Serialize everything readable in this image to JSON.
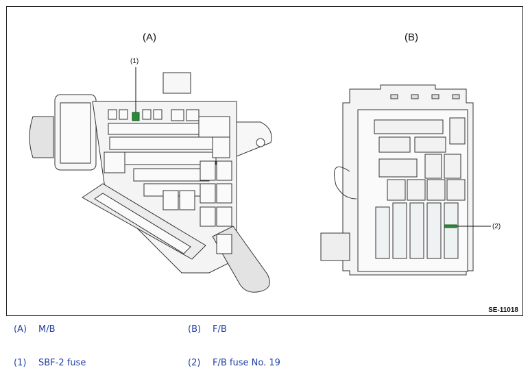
{
  "figure": {
    "label_a": "(A)",
    "label_b": "(B)",
    "callout_1": "(1)",
    "callout_2": "(2)",
    "code": "SE-11018",
    "highlight_color": "#2a8a3a"
  },
  "legend": [
    {
      "key": "(A)",
      "text": "M/B"
    },
    {
      "key": "(B)",
      "text": "F/B"
    },
    {
      "key": "(1)",
      "text": "SBF-2 fuse"
    },
    {
      "key": "(2)",
      "text": "F/B fuse No. 19"
    }
  ]
}
